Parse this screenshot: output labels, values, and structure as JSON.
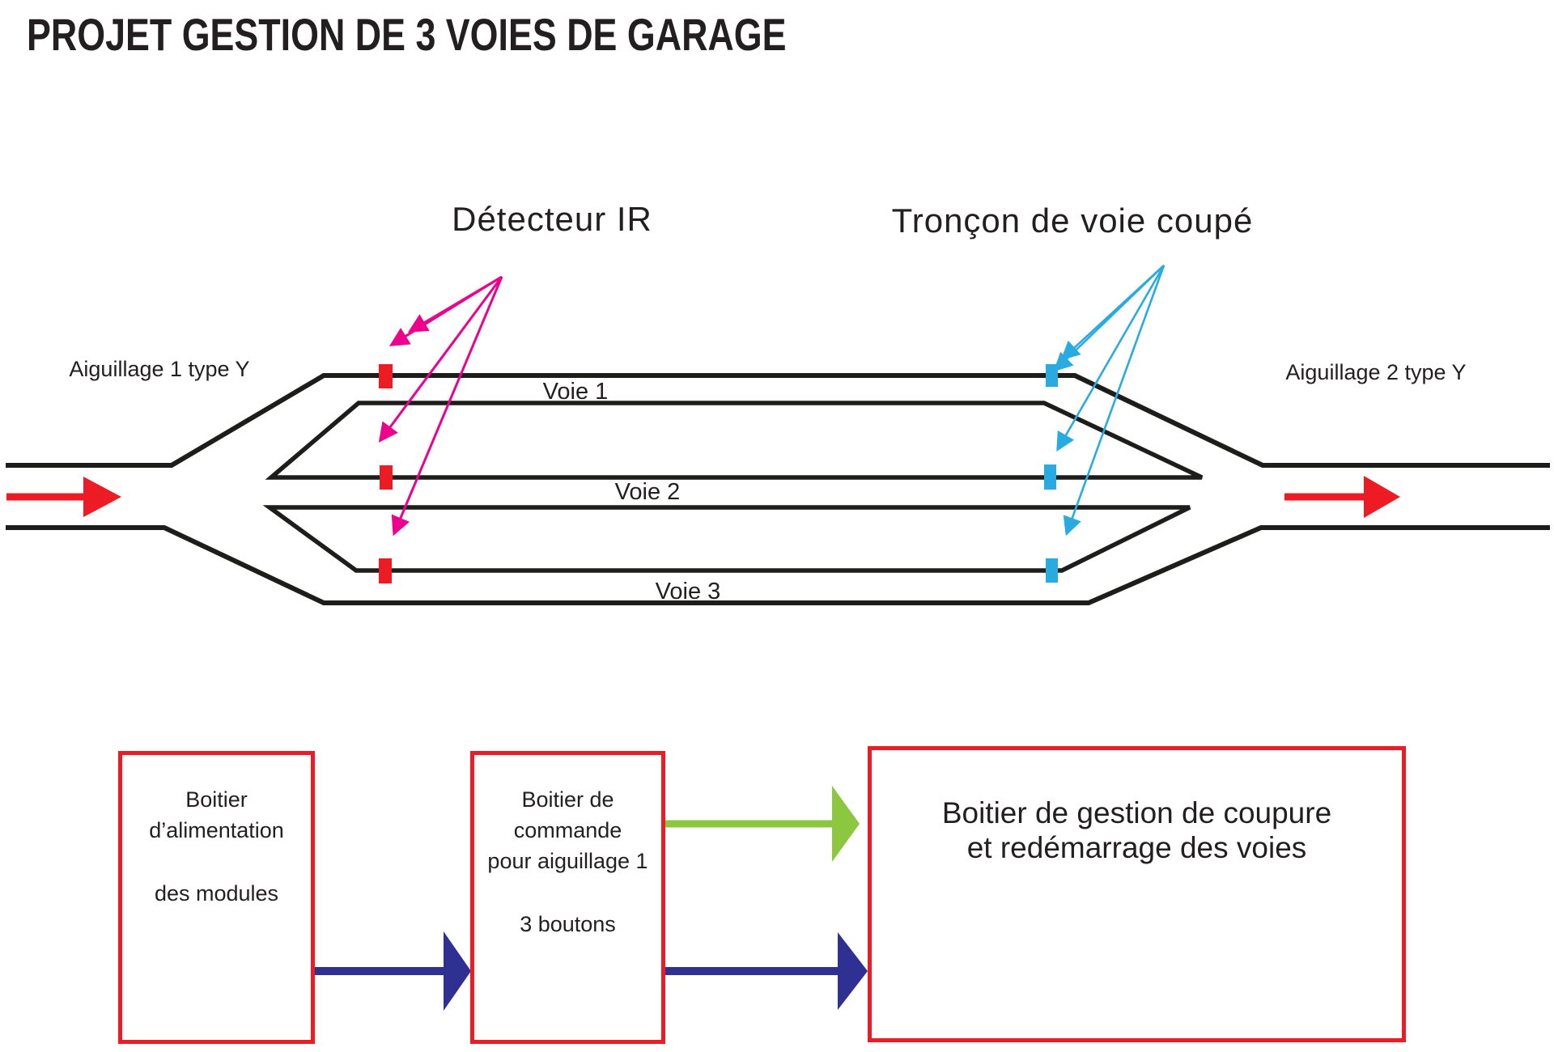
{
  "title": "PROJET GESTION DE 3 VOIES DE GARAGE",
  "diagram": {
    "detector_label": "Détecteur IR",
    "cut_label": "Tronçon de voie coupé",
    "switch_left_label": "Aiguillage 1 type Y",
    "switch_right_label": "Aiguillage 2 type Y",
    "tracks": [
      {
        "label": "Voie 1"
      },
      {
        "label": "Voie 2"
      },
      {
        "label": "Voie 3"
      }
    ]
  },
  "boxes": {
    "power": {
      "line1": "Boitier d’alimentation",
      "line2": "des modules"
    },
    "control": {
      "line1": "Boitier de commande",
      "line2": "pour aiguillage 1",
      "line3": "3 boutons"
    },
    "management": {
      "line1": "Boitier de gestion de coupure",
      "line2": "et redémarrage des voies"
    }
  },
  "colors": {
    "track_line": "#1d1d1b",
    "text": "#231f20",
    "red": "#ed1c24",
    "magenta": "#ec008c",
    "cut_blue": "#29abe2",
    "flow_navy": "#2e3192",
    "flow_green": "#8dc63f",
    "box_border": "#ed1c24"
  }
}
